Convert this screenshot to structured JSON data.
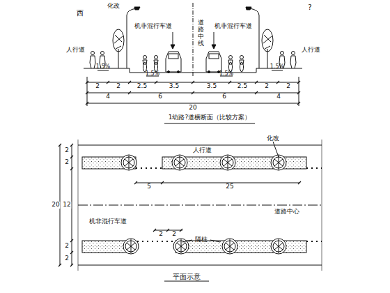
{
  "diagram": {
    "labels": [
      "西",
      "?",
      "化改",
      "机非混行车道",
      "道路中线",
      "机非混行车道",
      "人行道",
      "人行道",
      "1.5%",
      "1.5%",
      "1.5%",
      "1.5%",
      "2",
      "2",
      "2.5",
      "3.5",
      "3.5",
      "2.5",
      "2",
      "2",
      "4",
      "6",
      "6",
      "4",
      "20",
      "1幼路?道横断面（比较方案）",
      "人行道",
      "化改",
      "2",
      "2",
      "20",
      "12",
      "2",
      "2",
      "5",
      "25",
      "道路中心",
      "机非混行车道",
      "2",
      "2",
      "隔柱",
      "平面示意"
    ]
  }
}
